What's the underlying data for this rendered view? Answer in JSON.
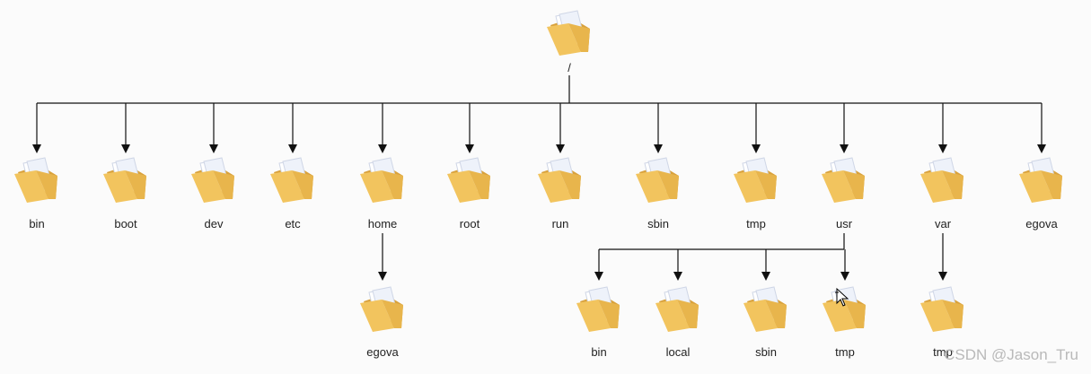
{
  "root": {
    "name": "/"
  },
  "level1": [
    "bin",
    "boot",
    "dev",
    "etc",
    "home",
    "root",
    "run",
    "sbin",
    "tmp",
    "usr",
    "var",
    "egova"
  ],
  "home_children": [
    "egova"
  ],
  "usr_children": [
    "bin",
    "local",
    "sbin",
    "tmp"
  ],
  "var_children": [
    "tmp"
  ],
  "watermark": "CSDN @Jason_Tru",
  "icons": {
    "folder": "folder-icon",
    "cursor": "move-cursor-icon"
  },
  "colors": {
    "folder": "#f2c45e",
    "folder_dark": "#d9a23c",
    "paper": "#e8eef8",
    "line": "#111111"
  }
}
